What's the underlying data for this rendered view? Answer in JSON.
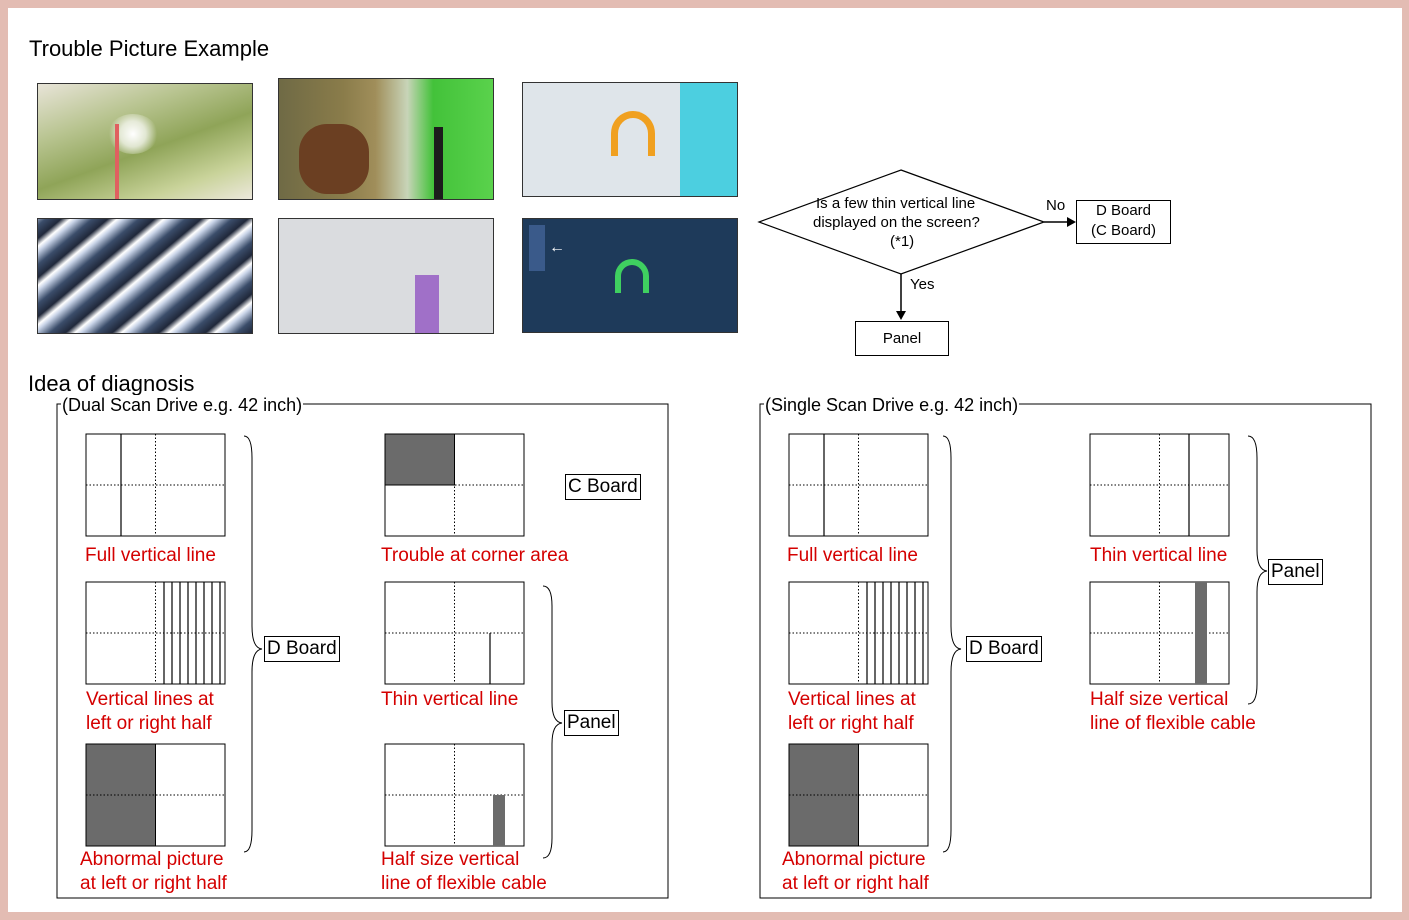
{
  "titles": {
    "trouble": "Trouble Picture Example",
    "idea": "Idea of diagnosis"
  },
  "photos": [
    {
      "name": "photo-plants-bright-spot",
      "icon": "photo-thumbnail"
    },
    {
      "name": "photo-food-package-vertical-bar",
      "icon": "photo-thumbnail"
    },
    {
      "name": "photo-cyan-right-band",
      "icon": "photo-thumbnail"
    },
    {
      "name": "photo-diagonal-stripes",
      "icon": "photo-thumbnail"
    },
    {
      "name": "photo-gray-with-purple-bar",
      "icon": "photo-thumbnail"
    },
    {
      "name": "photo-bs-asahi-logo",
      "icon": "photo-thumbnail"
    }
  ],
  "flowchart": {
    "question_line1": "Is a few thin vertical line",
    "question_line2": "displayed on the screen?",
    "question_line3": "(*1)",
    "no_label": "No",
    "yes_label": "Yes",
    "no_result_line1": "D Board",
    "no_result_line2": "(C Board)",
    "yes_result": "Panel"
  },
  "dual": {
    "frame_title": "(Dual Scan Drive e.g. 42 inch)",
    "d_board": "D Board",
    "c_board": "C Board",
    "panel": "Panel",
    "labels": {
      "full_vertical": "Full vertical line",
      "vlines_1": "Vertical lines at",
      "vlines_2": "left or right half",
      "abnormal_1": "Abnormal picture",
      "abnormal_2": "at left or right half",
      "corner": "Trouble at corner area",
      "thin": "Thin vertical line",
      "half_1": "Half size vertical",
      "half_2": "line of flexible cable"
    }
  },
  "single": {
    "frame_title": "(Single Scan Drive e.g. 42 inch)",
    "d_board": "D Board",
    "panel": "Panel",
    "labels": {
      "full_vertical": "Full vertical line",
      "vlines_1": "Vertical lines at",
      "vlines_2": "left or right half",
      "abnormal_1": "Abnormal picture",
      "abnormal_2": "at left or right half",
      "thin": "Thin vertical line",
      "half_1": "Half size vertical",
      "half_2": "line of flexible cable"
    }
  },
  "colors": {
    "label_red": "#d40000",
    "fill_gray": "#6b6b6b",
    "page_border": "#e3bcb3"
  }
}
